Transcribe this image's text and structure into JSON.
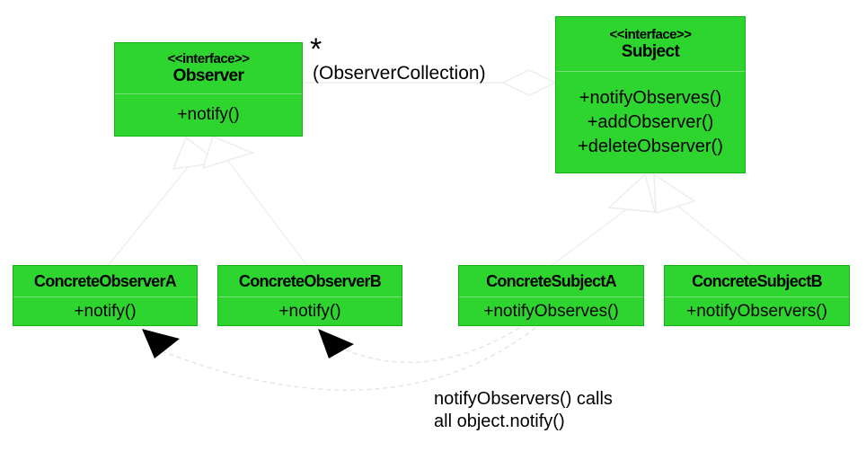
{
  "diagram": {
    "type": "uml-class-diagram",
    "pattern": "Observer",
    "colors": {
      "box_fill": "#2FD52F",
      "faint_connector": "#EDEDED",
      "dashed_dependency": "#E6E6E6",
      "arrowhead": "#000000",
      "text": "#000000",
      "background": "#FFFFFF"
    },
    "classes": {
      "observer": {
        "stereotype": "<<interface>>",
        "name": "Observer",
        "methods": [
          "+notify()"
        ]
      },
      "subject": {
        "stereotype": "<<interface>>",
        "name": "Subject",
        "methods": [
          "+notifyObserves()",
          "+addObserver()",
          "+deleteObserver()"
        ]
      },
      "concrete_observer_a": {
        "name": "ConcreteObserverA",
        "methods": [
          "+notify()"
        ]
      },
      "concrete_observer_b": {
        "name": "ConcreteObserverB",
        "methods": [
          "+notify()"
        ]
      },
      "concrete_subject_a": {
        "name": "ConcreteSubjectA",
        "methods": [
          "+notifyObserves()"
        ]
      },
      "concrete_subject_b": {
        "name": "ConcreteSubjectB",
        "methods": [
          "+notifyObservers()"
        ]
      }
    },
    "aggregation": {
      "multiplicity": "*",
      "label": "(ObserverCollection)"
    },
    "note": {
      "line1": "notifyObservers() calls",
      "line2": "all object.notify()"
    }
  }
}
